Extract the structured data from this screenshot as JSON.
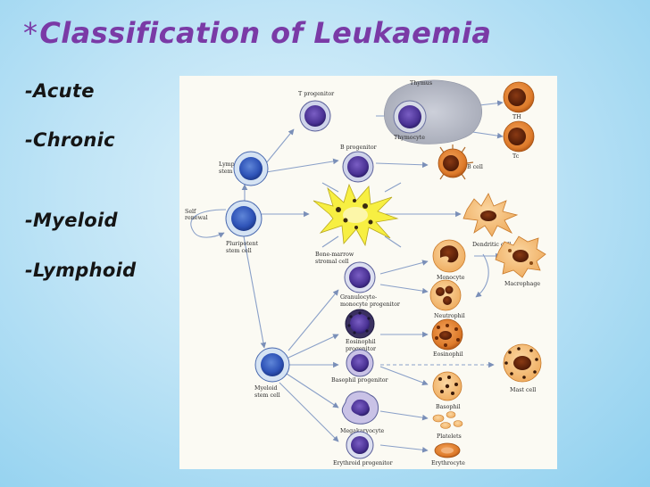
{
  "slide": {
    "title_bullet": "*",
    "title": "Classification of Leukaemia",
    "bullets": [
      "-Acute",
      "-Chronic",
      "-Myeloid",
      "-Lymphoid"
    ]
  },
  "diagram": {
    "labels": {
      "thymus": "Thymus",
      "t_progenitor": "T progenitor",
      "thymocyte": "Thymocyte",
      "th": "TH",
      "tc": "Tc",
      "b_progenitor": "B progenitor",
      "b_cell": "B cell",
      "lymphoid_stem_1": "Lymphoid",
      "lymphoid_stem_2": "stem cell",
      "self_renewal_1": "Self",
      "self_renewal_2": "renewal",
      "pluripotent_1": "Pluripotent",
      "pluripotent_2": "stem cell",
      "stromal_1": "Bone-marrow",
      "stromal_2": "stromal cell",
      "dendritic": "Dendritic cell",
      "monocyte": "Monocyte",
      "macrophage": "Macrophage",
      "gm_progenitor_1": "Granulocyte-",
      "gm_progenitor_2": "monocyte progenitor",
      "neutrophil": "Neutrophil",
      "eosinophil_progenitor_1": "Eosinophil",
      "eosinophil_progenitor_2": "progenitor",
      "eosinophil": "Eosinophil",
      "myeloid_stem_1": "Myeloid",
      "myeloid_stem_2": "stem cell",
      "basophil_progenitor": "Basophil progenitor",
      "mast_cell": "Mast cell",
      "basophil": "Basophil",
      "megakaryocyte": "Megakaryocyte",
      "platelets": "Platelets",
      "erythroid_progenitor": "Erythroid progenitor",
      "erythrocyte": "Erythrocyte"
    }
  }
}
